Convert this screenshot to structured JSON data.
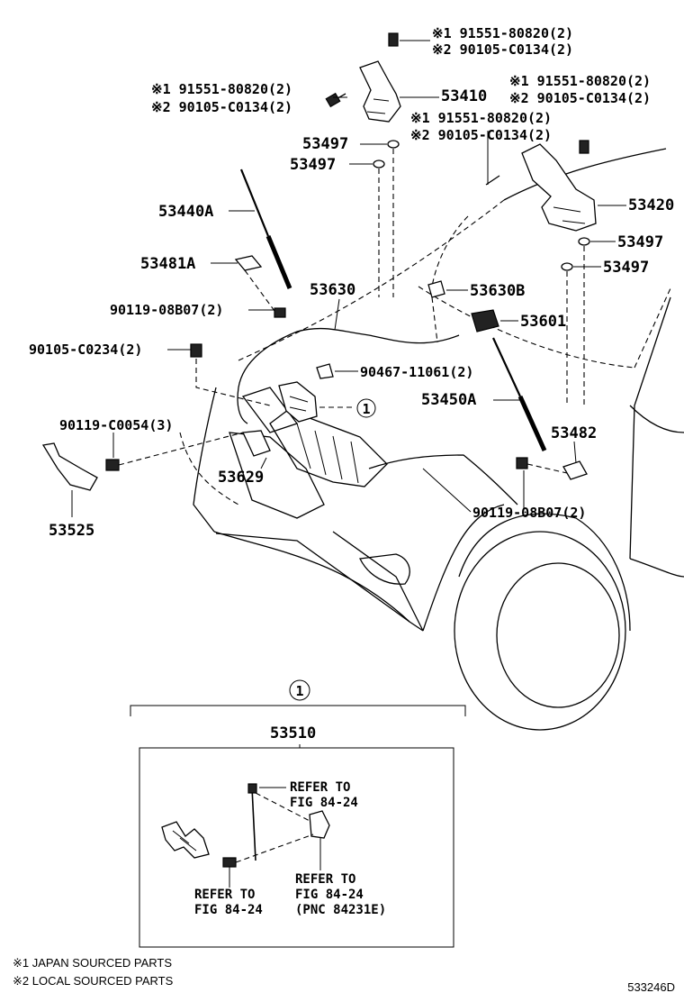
{
  "callouts": {
    "c53410": "53410",
    "c53420": "53420",
    "c53497a": "53497",
    "c53497b": "53497",
    "c53497c": "53497",
    "c53497d": "53497",
    "c53440a": "53440A",
    "c53481a": "53481A",
    "c53630": "53630",
    "c53630b": "53630B",
    "c53601": "53601",
    "c53450a": "53450A",
    "c53482": "53482",
    "c53629": "53629",
    "c53525": "53525",
    "c53510": "53510",
    "bolt_top_1": "※1 91551-80820(2)",
    "bolt_top_2": "※2 90105-C0134(2)",
    "bolt_left_1": "※1 91551-80820(2)",
    "bolt_left_2": "※2 90105-C0134(2)",
    "bolt_right_1": "※1 91551-80820(2)",
    "bolt_right_2": "※2 90105-C0134(2)",
    "bolt_mid_1": "※1 91551-80820(2)",
    "bolt_mid_2": "※2 90105-C0134(2)",
    "p9011908b07_left": "90119-08B07(2)",
    "p90105c0234": "90105-C0234(2)",
    "p9011908b07_right": "90119-08B07(2)",
    "p90467": "90467-11061(2)",
    "p90119c0054": "90119-C0054(3)",
    "group_marker": "1",
    "group_marker_top": "1",
    "refer1_a": "REFER TO",
    "refer1_b": "FIG 84-24",
    "refer2_a": "REFER TO",
    "refer2_b": "FIG 84-24",
    "refer3_a": "REFER TO",
    "refer3_b": "FIG 84-24",
    "refer3_c": "(PNC 84231E)"
  },
  "legend": {
    "note1": "※1 JAPAN SOURCED PARTS",
    "note2": "※2 LOCAL SOURCED PARTS"
  },
  "diagram_id": "533246D"
}
